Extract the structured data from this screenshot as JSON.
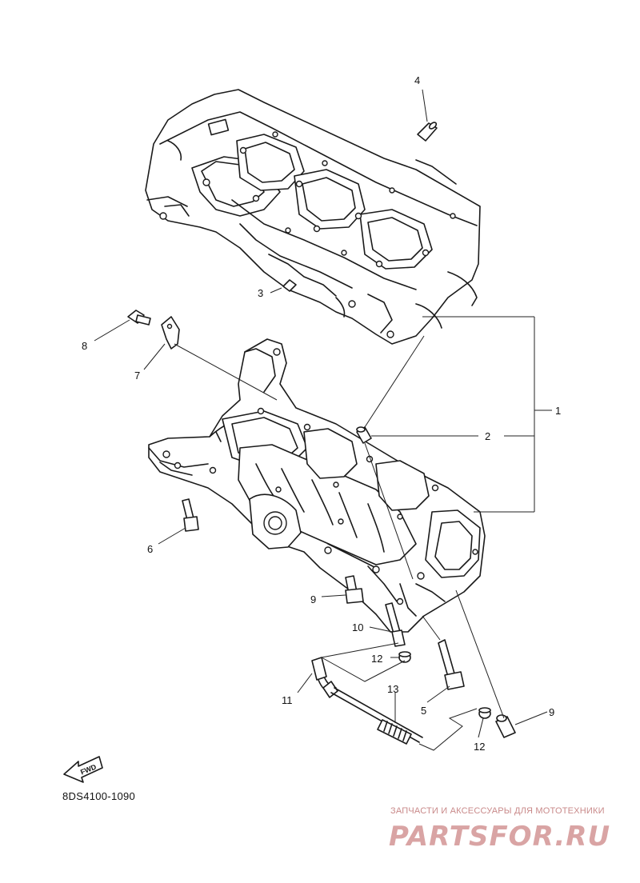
{
  "callouts": {
    "c1": "1",
    "c2": "2",
    "c3": "3",
    "c4": "4",
    "c5": "5",
    "c6": "6",
    "c7": "7",
    "c8": "8",
    "c9a": "9",
    "c9b": "9",
    "c10": "10",
    "c11": "11",
    "c12a": "12",
    "c12b": "12",
    "c13": "13"
  },
  "fwd_label": "FWD",
  "diagram_code": "8DS4100-1090",
  "watermark": {
    "text": "ЗАПЧАСТИ И АКСЕССУАРЫ ДЛЯ МОТОТЕХНИКИ",
    "logo": "PARTSFOR.RU"
  }
}
